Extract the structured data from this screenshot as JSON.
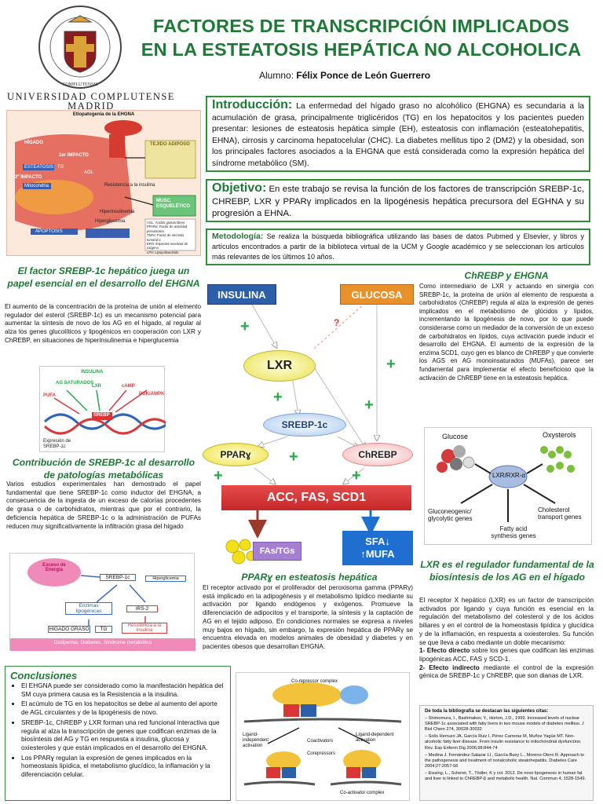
{
  "header": {
    "title_line1": "FACTORES DE TRANSCRIPCIÓN IMPLICADOS",
    "title_line2": "EN LA ESTEATOSIS HEPÁTICA NO ALCOHOLICA",
    "author_label": "Alumno:",
    "author_name": "Félix Ponce de León Guerrero",
    "university_line1": "UNIVERSIDAD COMPLUTENSE",
    "university_line2": "MADRID"
  },
  "intro": {
    "heading": "Introducción:",
    "text": "La enfermedad del hígado graso no alcohólico (EHGNA) es secundaria a la acumulación de grasa, principalmente triglicéridos (TG) en los hepatocitos y los pacientes pueden presentar: lesiones de esteatosis hepática simple (EH), esteatosis con inflamación (esteatohepatitis, EHNA), cirrosis y carcinoma hepatocelular (CHC). La diabetes mellitus tipo 2 (DM2) y la obesidad, son los principales factores asociados a la EHGNA que está considerada como la expresión hepática del síndrome metabólico (SM)."
  },
  "objective": {
    "heading": "Objetivo:",
    "text": "En este trabajo se revisa la función de los factores de transcripción SREBP-1c, CHREBP, LXR y PPARγ implicados en la lipogénesis hepática precursora del EGHNA y su progresión a EHNA."
  },
  "methodology": {
    "heading": "Metodología:",
    "text": "Se realiza la búsqueda bibliográfica utilizando las bases de datos Pubmed y Elsevier, y libros y artículos encontrados a partir de la biblioteca virtual de la UCM y Google académico y se seleccionan los artículos más relevantes de los últimos 10 años."
  },
  "fig_etiopat": {
    "title": "Etiopatogenia de la EHGNA",
    "labels": [
      "HÍGADO",
      "1er IMPACTO",
      "2º IMPACTO",
      "ESTEATOSIS",
      "Mitocondria",
      "TEJIDO ADIPOSO",
      "MUSC. ESQUELÉTICO",
      "Hiperinsulinemia",
      "Hiperglucemia",
      "Resistencia a la insulina",
      "AGL",
      "TG",
      "APOPTOSIS"
    ],
    "legend": [
      "AGL: Ácidos grasos libres",
      "PPARα: Factor de actividad peroxisoma",
      "TNFα: Factor de necrosis tumoral α",
      "ERO: Especies reactivas de oxígeno",
      "LPS: Lipopolisacárido"
    ]
  },
  "srebp_section": {
    "heading": "El factor SREBP-1c hepático juega un papel esencial en el desarrollo del EHGNA",
    "text": "El aumento de la concentración de la proteína de unión al elemento regulador del esterol (SREBP-1c) es un mecanismo potencial para aumentar la síntesis de novo de los AG en el hígado, al regular al alza los genes glucolíticos y lipogénicos en cooperación con LXR y ChREBP, en situaciones de hiperinsulinemia e hiperglucemia"
  },
  "fig_srebp": {
    "labels": [
      "INSULINA",
      "AG SATURADOS",
      "LXR",
      "PUFA",
      "cAMP",
      "PGK/AMPK",
      "SREBP",
      "Expresión de SREBP-1c"
    ]
  },
  "contrib_section": {
    "heading": "Contribución de SREBP-1c al desarrollo de patologías metabólicas",
    "text": "Varios estudios experimentales han demostrado el papel fundamental que tiene SREBP-1c como inductor del EHGNA, a consecuencia de la ingesta de un exceso de calorías procedentes de grasa o de carbohidratos, mientras que por el contrario, la deficiencia hepática de SREBP-1c o la administración de PUFAs reducen muy significativamente la infiltración grasa del hígado"
  },
  "fig_contrib": {
    "cloud": "Exceso de Energía",
    "srebp": "SREBP-1c",
    "hyper": "Hiperglicemia",
    "enzymes": "Enzimas lipogénicas",
    "irs": "IRS-2",
    "hg": "HIGADO GRASO",
    "tg": "TG",
    "resist": "Resistencia a la insulina",
    "footer": "Dislipemia, Diabetes, Síndrome metabólico"
  },
  "diagram": {
    "insulina": "INSULINA",
    "glucosa": "GLUCOSA",
    "question": "?",
    "lxr": "LXR",
    "srebp": "SREBP-1c",
    "ppar": "PPARɣ",
    "chrebp": "ChREBP",
    "enzymes": "ACC, FAS, SCD1",
    "fas": "FAs/TGs",
    "sfa": "SFA",
    "mufa": "MUFA",
    "plus": "+",
    "up": "↑",
    "down": "↓"
  },
  "chrebp_section": {
    "heading": "ChREBP y EHGNA",
    "text": "Como intermediario de LXR y actuando en sinergia con SREBP-1c, la proteína de unión al elemento de respuesta a carbohidratos (ChREBP) regula al alza la expresión de genes implicados en el metabolismo de glúcidos y lípidos, incrementando la lipogénesis de novo, por lo que puede considerarse como un mediador de la conversión de un exceso de carbohidratos en lípidos, cuya activación puede inducir el desarrollo del EHGNA. El aumento de la expresión de la enzima SCD1, cuyo gen es blanco de ChREBP y que convierte los AGS en AG monoinsaturados (MUFAs), parece ser fundamental para implementar el efecto beneficioso que la activación de ChREBP tiene en la esteatosis hepática."
  },
  "fig_lxr": {
    "glucose": "Glucose",
    "oxysterols": "Oxysterols",
    "center": "LXR/RXR-α",
    "left": "Gluconeogenic/ glycolytic genes",
    "right": "Cholesterol transport genes",
    "bottom": "Fatty acid synthesis genes"
  },
  "lxr_section": {
    "heading": "LXR es el regulador fundamental de la biosíntesis de los AG en el hígado",
    "text": "El receptor X hepático (LXR) es un factor de transcripción activados por ligando y cuya función es esencial en la regulación del metabolismo del colesterol y de los ácidos biliares y en el control de la homeostasis lipídica y glucídica y de la inflamación, en respuesta a oxiesteroles. Su función se que lleva a cabo mediante un doble mecanismo:",
    "point1_label": "1- Efecto directo",
    "point1": "sobre los genes que codifican las enzimas lipogénicas ACC, FAS y SCD-1.",
    "point2_label": "2- Efecto indirecto",
    "point2": "mediante el control de la expresión génica de SREBP-1c y ChREBP, que son dianas de LXR."
  },
  "ppar_section": {
    "heading": "PPARɣ en esteatosis hepática",
    "text": "El receptor activado por el proliferador del peroxisoma gamma (PPARγ) está implicado en la adipogénesis y el metabolismo lipídico mediante su activación por ligando endógenos y exógenos. Promueve la diferenciación de adipocitos y el transporte, la síntesis y la captación de AG en el tejido adiposo. En condiciones normales se expresa a niveles muy bajos en hígado, sin embargo, la expresión hepática de PPARγ se encuentra elevada en modelos animales de obesidad y diabetes y en pacientes obesos que desarrollan EHGNA."
  },
  "fig_ppar": {
    "labels": [
      "Co-repressor complex",
      "Ligand-independent activation",
      "Coactivators",
      "Corepressors",
      "Ligand-dependent activation",
      "Co-activator complex"
    ]
  },
  "conclusions": {
    "heading": "Conclusiones",
    "items": [
      "El EHGNA puede ser considerado como la manifestación hepática del SM cuya primera causa es la Resistencia a la insulina.",
      "El acúmulo de TG en los hepatocitos se debe al aumento del aporte de AGL circulantes y de la lipogénesis de novo.",
      "SREBP-1c, ChREBP y LXR forman una red funcional interactiva que regula al alza la transcripción de genes que codifican enzimas de la biosíntesis del AG y TG en respuesta a insulina, glucosa y oxiesteroles y que están implicados en el desarrollo del EHGNA.",
      "Los PPARɣ regulan la expresión de genes implicados en la homeostasis lipídica, el metabolismo glucídico, la inflamación y la diferenciación celular."
    ]
  },
  "references": {
    "heading": "De toda la bibliografía se destacan las siguientes citas:",
    "items": [
      "Shimomura, I., Bashmakov, Y., Horton, J.D., 1999. Increased levels of nuclear SREBP-1c associated with fatty livers in two mouse models of diabetes mellitus. J Biol Chem 274, 30028-30032",
      "Solís Herruzo JA, García Ruiz I, Pérez Carreras M, Muñoz Yagüe MT. Non-alcoholic fatty liver disease. From insulin resistance to mitochondrial dysfunction. Rev. Esp Enferm Dig 2006;98:844-74",
      "Medina J. Fernández-Salazar LI., García-Buey L., Moreno-Otero R. Approach to the pathogenesis and treatment of nonalcoholic steatohepatitis. Diabetes Care 2004;27:2057-66",
      "Eissing, L., Scherer, T., Tödter, K y col. 2013. De novo lipogenesis in human fat and liver is linked to ChREBP-β and metabolic health. Nat. Commun 4, 1528-1549."
    ]
  },
  "colors": {
    "title_green": "#1d7a36",
    "insulina_blue": "#2d5fa8",
    "glucosa_orange": "#e8902a",
    "enzymes_red": "#d93636",
    "sfa_blue": "#1f6fd0",
    "plus_green": "#2aa84a"
  }
}
